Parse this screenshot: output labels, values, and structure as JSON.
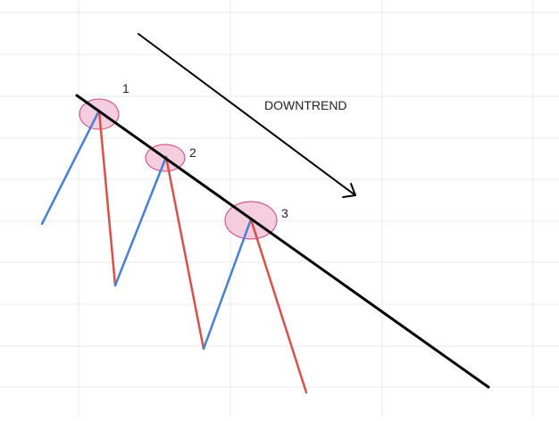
{
  "labels": {
    "trend": "DOWNTREND",
    "touch_1": "1",
    "touch_2": "2",
    "touch_3": "3"
  },
  "colors": {
    "background": "#ffffff",
    "grid": "#e9e9e9",
    "trendline": "#000000",
    "up_leg": "#4a7fd4",
    "down_leg": "#d9504a",
    "touch_fill": "#f2c4d8",
    "touch_stroke": "#c8407a"
  }
}
